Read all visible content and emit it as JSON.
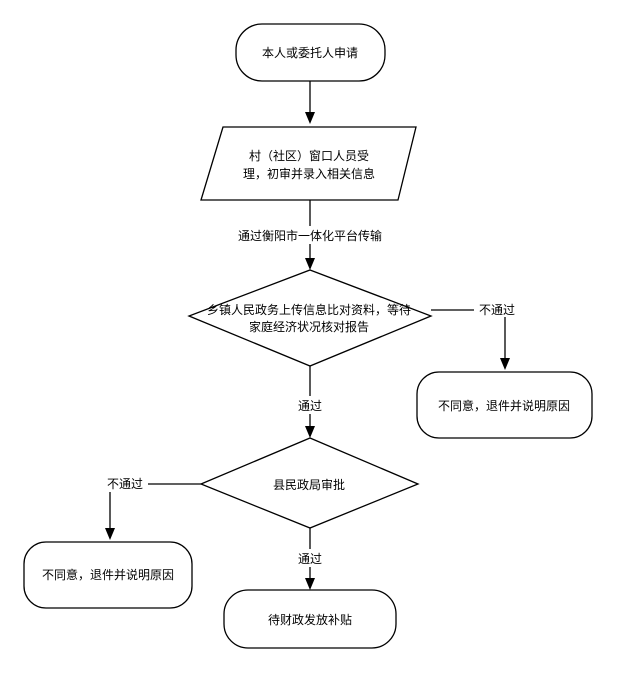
{
  "nodes": {
    "start": "本人或委托人申请",
    "village_line1": "村（社区）窗口人员受",
    "village_line2": "理，初审并录入相关信息",
    "town_line1": "乡镇人民政务上传信息比对资料，等待",
    "town_line2": "家庭经济状况核对报告",
    "reject1": "不同意，退件并说明原因",
    "county": "县民政局审批",
    "reject2": "不同意，退件并说明原因",
    "end": "待财政发放补贴"
  },
  "edges": {
    "platform": "通过衡阳市一体化平台传输",
    "no_pass_1": "不通过",
    "pass_1": "通过",
    "no_pass_2": "不通过",
    "pass_2": "通过"
  },
  "colors": {
    "stroke": "#000000",
    "fill": "#ffffff",
    "background": "#ffffff"
  }
}
